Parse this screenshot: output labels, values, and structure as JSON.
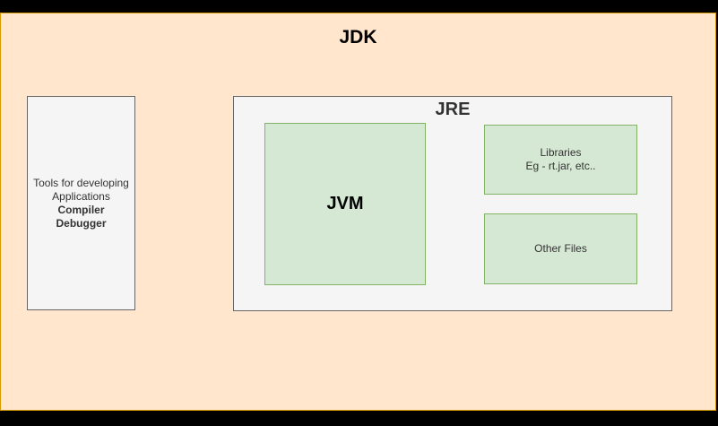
{
  "colors": {
    "background": "#000000",
    "canvas_fill": "#FFE6CC",
    "canvas_border": "#D79B00",
    "gray_fill": "#F5F5F5",
    "gray_border": "#666666",
    "green_fill": "#D5E8D4",
    "green_border": "#82B366",
    "text": "#333333",
    "title_text": "#000000"
  },
  "diagram": {
    "jdk_title": "JDK",
    "tools_box": {
      "line1": "Tools for developing",
      "line2": "Applications",
      "line3": "Compiler",
      "line4": "Debugger"
    },
    "jre": {
      "title": "JRE",
      "jvm_label": "JVM",
      "libraries": {
        "line1": "Libraries",
        "line2": "Eg - rt.jar, etc.."
      },
      "other_files_label": "Other Files"
    }
  }
}
